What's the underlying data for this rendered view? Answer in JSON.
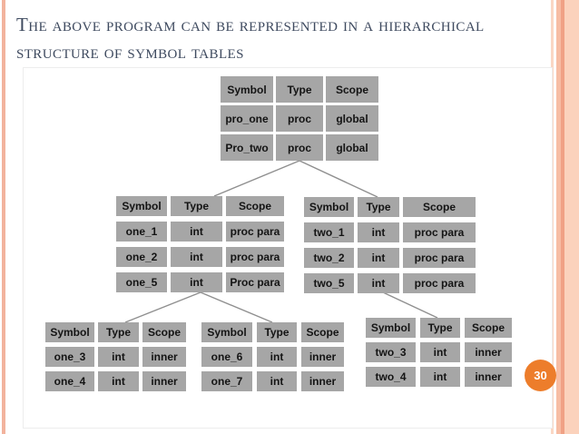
{
  "title": {
    "line1": "The above program can be represented in a hierarchical",
    "line2": "structure of symbol tables"
  },
  "page_number": "30",
  "colors": {
    "cell_gray": "#a6a6a6",
    "title_text": "#3e4a5f",
    "badge_orange": "#ed7d2b",
    "stripe_salmon": "#f0a185",
    "stripe_peach": "#fbd2bc",
    "connector_gray": "#8f8f8f"
  },
  "diagram": {
    "tables": [
      {
        "id": "global-scope",
        "headers": [
          "Symbol",
          "Type",
          "Scope"
        ],
        "rows": [
          [
            "pro_one",
            "proc",
            "global"
          ],
          [
            "Pro_two",
            "proc",
            "global"
          ]
        ]
      },
      {
        "id": "proc-one",
        "headers": [
          "Symbol",
          "Type",
          "Scope"
        ],
        "rows": [
          [
            "one_1",
            "int",
            "proc para"
          ],
          [
            "one_2",
            "int",
            "proc para"
          ],
          [
            "one_5",
            "int",
            "Proc para"
          ]
        ]
      },
      {
        "id": "proc-two",
        "headers": [
          "Symbol",
          "Type",
          "Scope"
        ],
        "rows": [
          [
            "two_1",
            "int",
            "proc para"
          ],
          [
            "two_2",
            "int",
            "proc para"
          ],
          [
            "two_5",
            "int",
            "proc para"
          ]
        ]
      },
      {
        "id": "one-inner-a",
        "headers": [
          "Symbol",
          "Type",
          "Scope"
        ],
        "rows": [
          [
            "one_3",
            "int",
            "inner"
          ],
          [
            "one_4",
            "int",
            "inner"
          ]
        ]
      },
      {
        "id": "one-inner-b",
        "headers": [
          "Symbol",
          "Type",
          "Scope"
        ],
        "rows": [
          [
            "one_6",
            "int",
            "inner"
          ],
          [
            "one_7",
            "int",
            "inner"
          ]
        ]
      },
      {
        "id": "two-inner",
        "headers": [
          "Symbol",
          "Type",
          "Scope"
        ],
        "rows": [
          [
            "two_3",
            "int",
            "inner"
          ],
          [
            "two_4",
            "int",
            "inner"
          ]
        ]
      }
    ]
  }
}
